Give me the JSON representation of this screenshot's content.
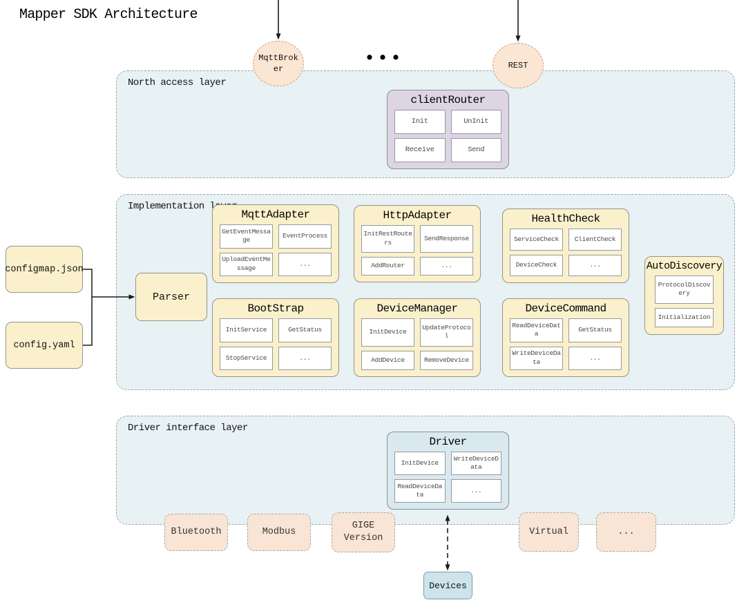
{
  "title": "Mapper SDK Architecture",
  "external": {
    "mqtt_broker": "MqttBroker",
    "dots": "•••",
    "rest": "REST"
  },
  "layers": {
    "north": "North access layer",
    "implementation": "Implementation layer",
    "driver": "Driver interface layer"
  },
  "config_files": {
    "configmap": "configmap.json",
    "config_yaml": "config.yaml"
  },
  "parser": "Parser",
  "client_router": {
    "title": "clientRouter",
    "cells": [
      "Init",
      "UnInit",
      "Receive",
      "Send"
    ]
  },
  "modules": {
    "mqtt_adapter": {
      "title": "MqttAdapter",
      "cells": [
        "GetEventMessage",
        "EventProcess",
        "UploadEventMessage",
        "..."
      ]
    },
    "http_adapter": {
      "title": "HttpAdapter",
      "cells": [
        "InitRestRouters",
        "SendResponse",
        "AddRouter",
        "..."
      ]
    },
    "health_check": {
      "title": "HealthCheck",
      "cells": [
        "ServiceCheck",
        "ClientCheck",
        "DeviceCheck",
        "..."
      ]
    },
    "boot_strap": {
      "title": "BootStrap",
      "cells": [
        "InitService",
        "GetStatus",
        "StopService",
        "..."
      ]
    },
    "device_manager": {
      "title": "DeviceManager",
      "cells": [
        "InitDevice",
        "UpdateProtocol",
        "AddDevice",
        "RemoveDevice"
      ]
    },
    "device_command": {
      "title": "DeviceCommand",
      "cells": [
        "ReadDeviceData",
        "GetStatus",
        "WriteDeviceData",
        "..."
      ]
    },
    "auto_discovery": {
      "title": "AutoDiscovery",
      "cells": [
        "ProtocolDiscovery",
        "Initialization"
      ]
    },
    "driver": {
      "title": "Driver",
      "cells": [
        "InitDevice",
        "WriteDeviceData",
        "ReadDeviceData",
        "..."
      ]
    }
  },
  "protocols": [
    "Bluetooth",
    "Modbus",
    "GIGE Version",
    "Virtual",
    "..."
  ],
  "devices": "Devices",
  "colors": {
    "layer_fill": "#e8f1f4",
    "layer_border": "#9aa6aa",
    "module_fill": "#faf0cb",
    "module_border": "#94938b",
    "router_fill": "#ddd5e3",
    "circle_fill": "#fbe5d3",
    "circle_border": "#c3a18e",
    "protocol_fill": "#f9e5d5",
    "driver_fill": "#d9e9ef",
    "devices_fill": "#cde4ec",
    "arrow": "#1a1a1a"
  }
}
